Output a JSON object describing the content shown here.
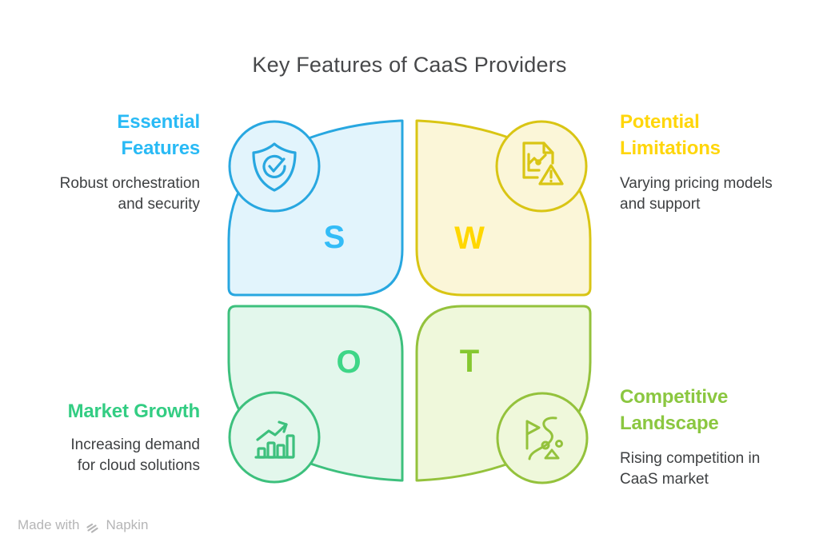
{
  "title": "Key Features of CaaS Providers",
  "quadrants": [
    {
      "letter": "S",
      "heading": "Essential Features",
      "description": "Robust orchestration and security",
      "icon": "shield-check-icon",
      "colors": {
        "stroke": "#28a7e0",
        "fill": "#e2f4fc",
        "letter": "#33bcf7",
        "heading": "#29baf5"
      }
    },
    {
      "letter": "W",
      "heading": "Potential Limitations",
      "description": "Varying pricing models and support",
      "icon": "document-warning-icon",
      "colors": {
        "stroke": "#d9c514",
        "fill": "#fbf6d8",
        "letter": "#ffd700",
        "heading": "#ffd60a"
      }
    },
    {
      "letter": "O",
      "heading": "Market Growth",
      "description": "Increasing demand for cloud solutions",
      "icon": "growth-chart-icon",
      "colors": {
        "stroke": "#3dc07d",
        "fill": "#e3f7ec",
        "letter": "#3ed687",
        "heading": "#33cd83"
      }
    },
    {
      "letter": "T",
      "heading": "Competitive Landscape",
      "description": "Rising competition in CaaS market",
      "icon": "milestone-path-icon",
      "colors": {
        "stroke": "#94c23c",
        "fill": "#eff8db",
        "letter": "#85c830",
        "heading": "#8bc740"
      }
    }
  ],
  "text": {
    "title_color": "#47484a",
    "body_color": "#3e4042"
  },
  "footer": {
    "prefix": "Made with",
    "brand": "Napkin",
    "color": "#b5b5b6"
  }
}
